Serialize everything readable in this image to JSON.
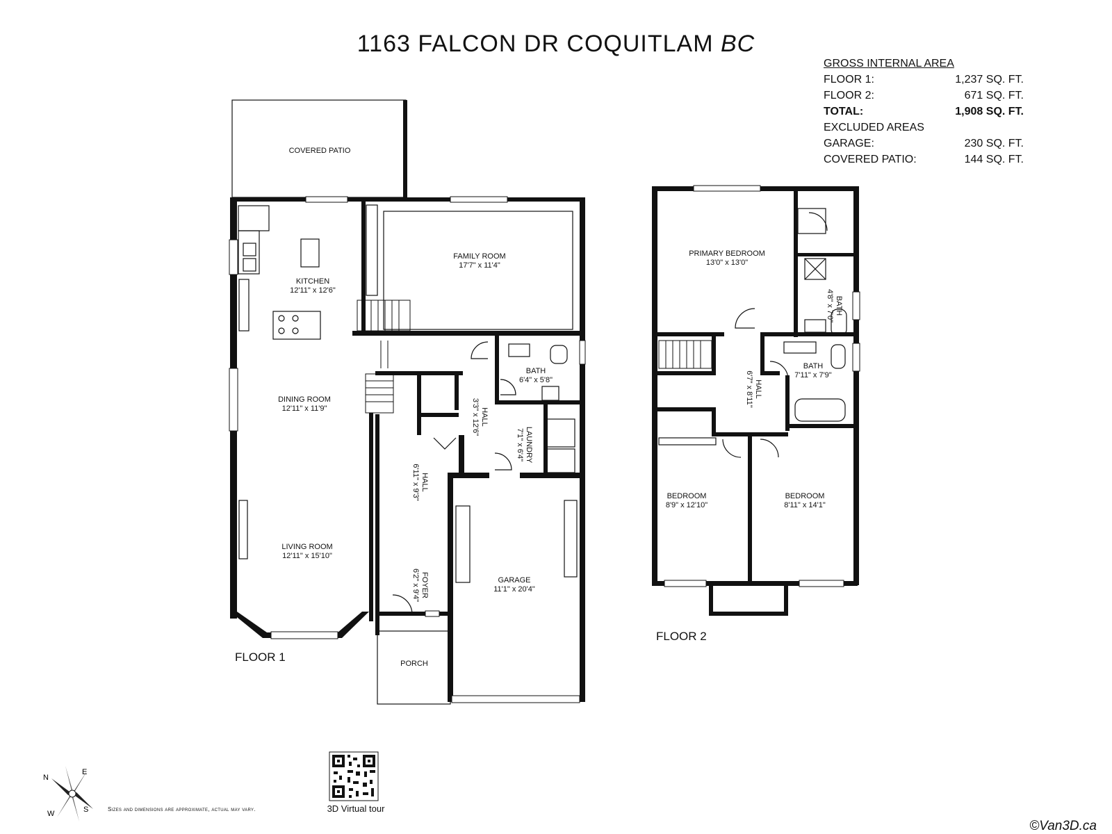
{
  "title": {
    "address": "1163 FALCON DR COQUITLAM",
    "suffix": "BC"
  },
  "gross_area": {
    "heading": "GROSS INTERNAL AREA",
    "rows": [
      {
        "label": "FLOOR 1:",
        "value": "1,237 SQ. FT."
      },
      {
        "label": "FLOOR 2:",
        "value": "671 SQ. FT."
      },
      {
        "label": "TOTAL:",
        "value": "1,908 SQ. FT."
      }
    ],
    "excluded_heading": "EXCLUDED AREAS",
    "excluded": [
      {
        "label": "GARAGE:",
        "value": "230 SQ. FT."
      },
      {
        "label": "COVERED PATIO:",
        "value": "144 SQ. FT."
      }
    ]
  },
  "floor1": {
    "label": "FLOOR 1",
    "rooms": {
      "covered_patio": {
        "name": "COVERED PATIO"
      },
      "kitchen": {
        "name": "KITCHEN",
        "dim": "12'11\" x 12'6\""
      },
      "family_room": {
        "name": "FAMILY ROOM",
        "dim": "17'7\" x 11'4\""
      },
      "dining_room": {
        "name": "DINING ROOM",
        "dim": "12'11\" x 11'9\""
      },
      "living_room": {
        "name": "LIVING ROOM",
        "dim": "12'11\" x 15'10\""
      },
      "bath": {
        "name": "BATH",
        "dim": "6'4\" x 5'8\""
      },
      "hall_upper": {
        "name": "HALL",
        "dim": "3'3\" x 12'6\""
      },
      "laundry": {
        "name": "LAUNDRY",
        "dim": "7'1\" x 6'4\""
      },
      "hall_lower": {
        "name": "HALL",
        "dim": "6'11\" x 9'3\""
      },
      "foyer": {
        "name": "FOYER",
        "dim": "6'2\" x 9'4\""
      },
      "garage": {
        "name": "GARAGE",
        "dim": "11'1\" x 20'4\""
      },
      "porch": {
        "name": "PORCH"
      }
    }
  },
  "floor2": {
    "label": "FLOOR 2",
    "rooms": {
      "primary_bedroom": {
        "name": "PRIMARY BEDROOM",
        "dim": "13'0\" x 13'0\""
      },
      "ensuite_bath": {
        "name": "BATH",
        "dim": "4'8\" x 7'0\""
      },
      "hall": {
        "name": "HALL",
        "dim": "6'7\" x 8'11\""
      },
      "bath": {
        "name": "BATH",
        "dim": "7'11\" x 7'9\""
      },
      "bedroom_left": {
        "name": "BEDROOM",
        "dim": "8'9\" x 12'10\""
      },
      "bedroom_right": {
        "name": "BEDROOM",
        "dim": "8'11\" x 14'1\""
      }
    }
  },
  "compass": {
    "n": "N",
    "e": "E",
    "s": "S",
    "w": "W",
    "icon": "compass-rose-icon"
  },
  "qr": {
    "icon": "qr-code-icon",
    "caption": "3D Virtual tour"
  },
  "disclaimer": "Sizes and dimensions are approximate, actual may vary.",
  "copyright": "©Van3D.ca"
}
